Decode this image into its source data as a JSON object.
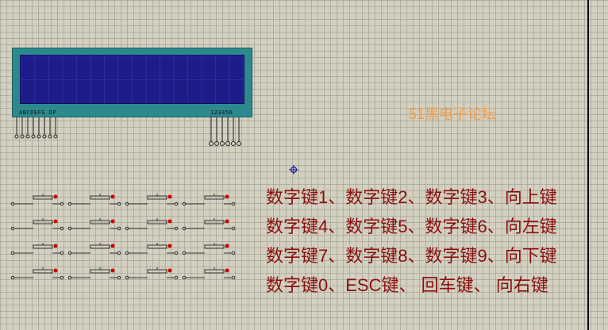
{
  "lcd": {
    "left_pin_label": "ABCDEFG DP",
    "right_pin_label": "123456"
  },
  "watermark": "51黑电子论坛",
  "legend_lines": [
    "数字键1、数字键2、数字键3、向上键",
    "数字键4、数字键5、数字键6、向左键",
    "数字键7、数字键8、数字键9、向下键",
    "数字键0、ESC键、  回车键、 向右键"
  ],
  "keypad": {
    "rows": 4,
    "cols": 4
  },
  "colors": {
    "background": "#d4d0c0",
    "lcd_body": "#2c8a8e",
    "lcd_screen": "#1d1d8a",
    "legend_text": "#8a1010",
    "watermark_text": "#f0a050",
    "key_contact": "#cc0000"
  }
}
